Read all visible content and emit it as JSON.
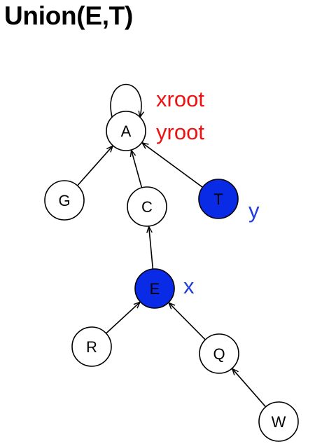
{
  "title": "Union(E,T)",
  "colors": {
    "highlight_fill": "#0a2be6",
    "root_annotation": "#ee1111",
    "node_annotation": "#1f3ce0",
    "stroke": "#000000",
    "default_fill": "#ffffff"
  },
  "nodes": [
    {
      "id": "A",
      "label": "A",
      "highlighted": false
    },
    {
      "id": "G",
      "label": "G",
      "highlighted": false
    },
    {
      "id": "C",
      "label": "C",
      "highlighted": false
    },
    {
      "id": "T",
      "label": "T",
      "highlighted": true
    },
    {
      "id": "E",
      "label": "E",
      "highlighted": true
    },
    {
      "id": "R",
      "label": "R",
      "highlighted": false
    },
    {
      "id": "Q",
      "label": "Q",
      "highlighted": false
    },
    {
      "id": "W",
      "label": "W",
      "highlighted": false
    }
  ],
  "edges": [
    {
      "from": "G",
      "to": "A"
    },
    {
      "from": "C",
      "to": "A"
    },
    {
      "from": "T",
      "to": "A"
    },
    {
      "from": "E",
      "to": "C"
    },
    {
      "from": "R",
      "to": "E"
    },
    {
      "from": "Q",
      "to": "E"
    },
    {
      "from": "W",
      "to": "Q"
    },
    {
      "from": "A",
      "to": "A"
    }
  ],
  "annotations": {
    "xroot": "xroot",
    "yroot": "yroot",
    "y": "y",
    "x": "x"
  }
}
